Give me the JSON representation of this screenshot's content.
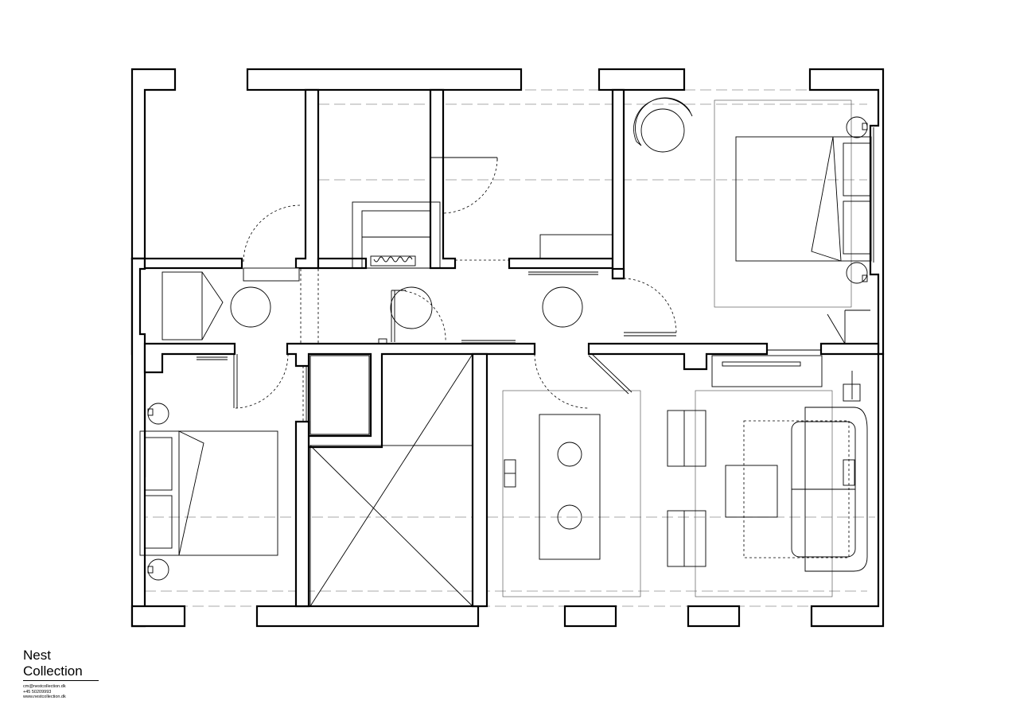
{
  "brand": {
    "line1": "Nest",
    "line2": "Collection"
  },
  "contact": {
    "email": "cm@nestcollection.dk",
    "phone": "+45 50209993",
    "website": "www.nestcollection.dk"
  },
  "colors": {
    "ink": "#000000",
    "paper": "#ffffff"
  }
}
